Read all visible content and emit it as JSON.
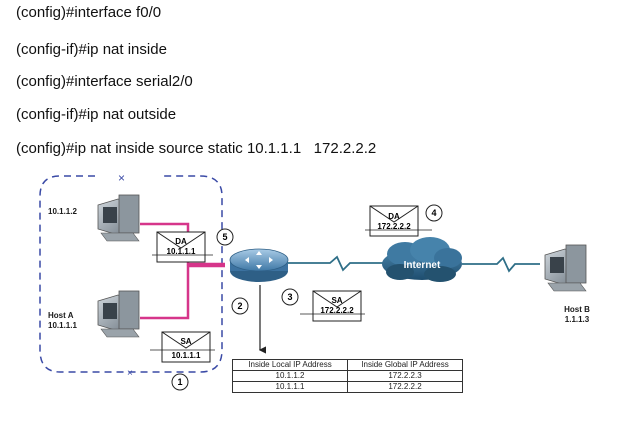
{
  "commands": [
    "(config)#interface f0/0",
    "(config-if)#ip nat inside",
    "(config)#interface serial2/0",
    "(config-if)#ip nat outside",
    "(config)#ip nat inside source static 10.1.1.1   172.2.2.2"
  ],
  "hosts": {
    "top_host_label": "10.1.1.2",
    "host_a_name": "Host A",
    "host_a_ip": "10.1.1.1",
    "host_b_name": "Host B",
    "host_b_ip": "1.1.1.3"
  },
  "cloud": {
    "label": "Internet"
  },
  "packets": [
    {
      "step": "1",
      "field": "SA",
      "address": "10.1.1.1"
    },
    {
      "step": "5",
      "field": "DA",
      "address": "10.1.1.1"
    },
    {
      "step": "3",
      "field": "SA",
      "address": "172.2.2.2"
    },
    {
      "step": "4",
      "field": "DA",
      "address": "172.2.2.2"
    }
  ],
  "steps": {
    "s1": "1",
    "s2": "2",
    "s3": "3",
    "s4": "4",
    "s5": "5"
  },
  "nat_table": {
    "headers": [
      "Inside Local  IP Address",
      "Inside Global  IP Address"
    ],
    "rows": [
      [
        "10.1.1.2",
        "172.2.2.3"
      ],
      [
        "10.1.1.1",
        "172.2.2.2"
      ]
    ]
  },
  "colors": {
    "link_pink": "#d6358a",
    "link_teal": "#2f6f88",
    "dashed_boundary": "#3a4aa6",
    "cloud": "#2a5d80",
    "router": "#4d85b0"
  }
}
